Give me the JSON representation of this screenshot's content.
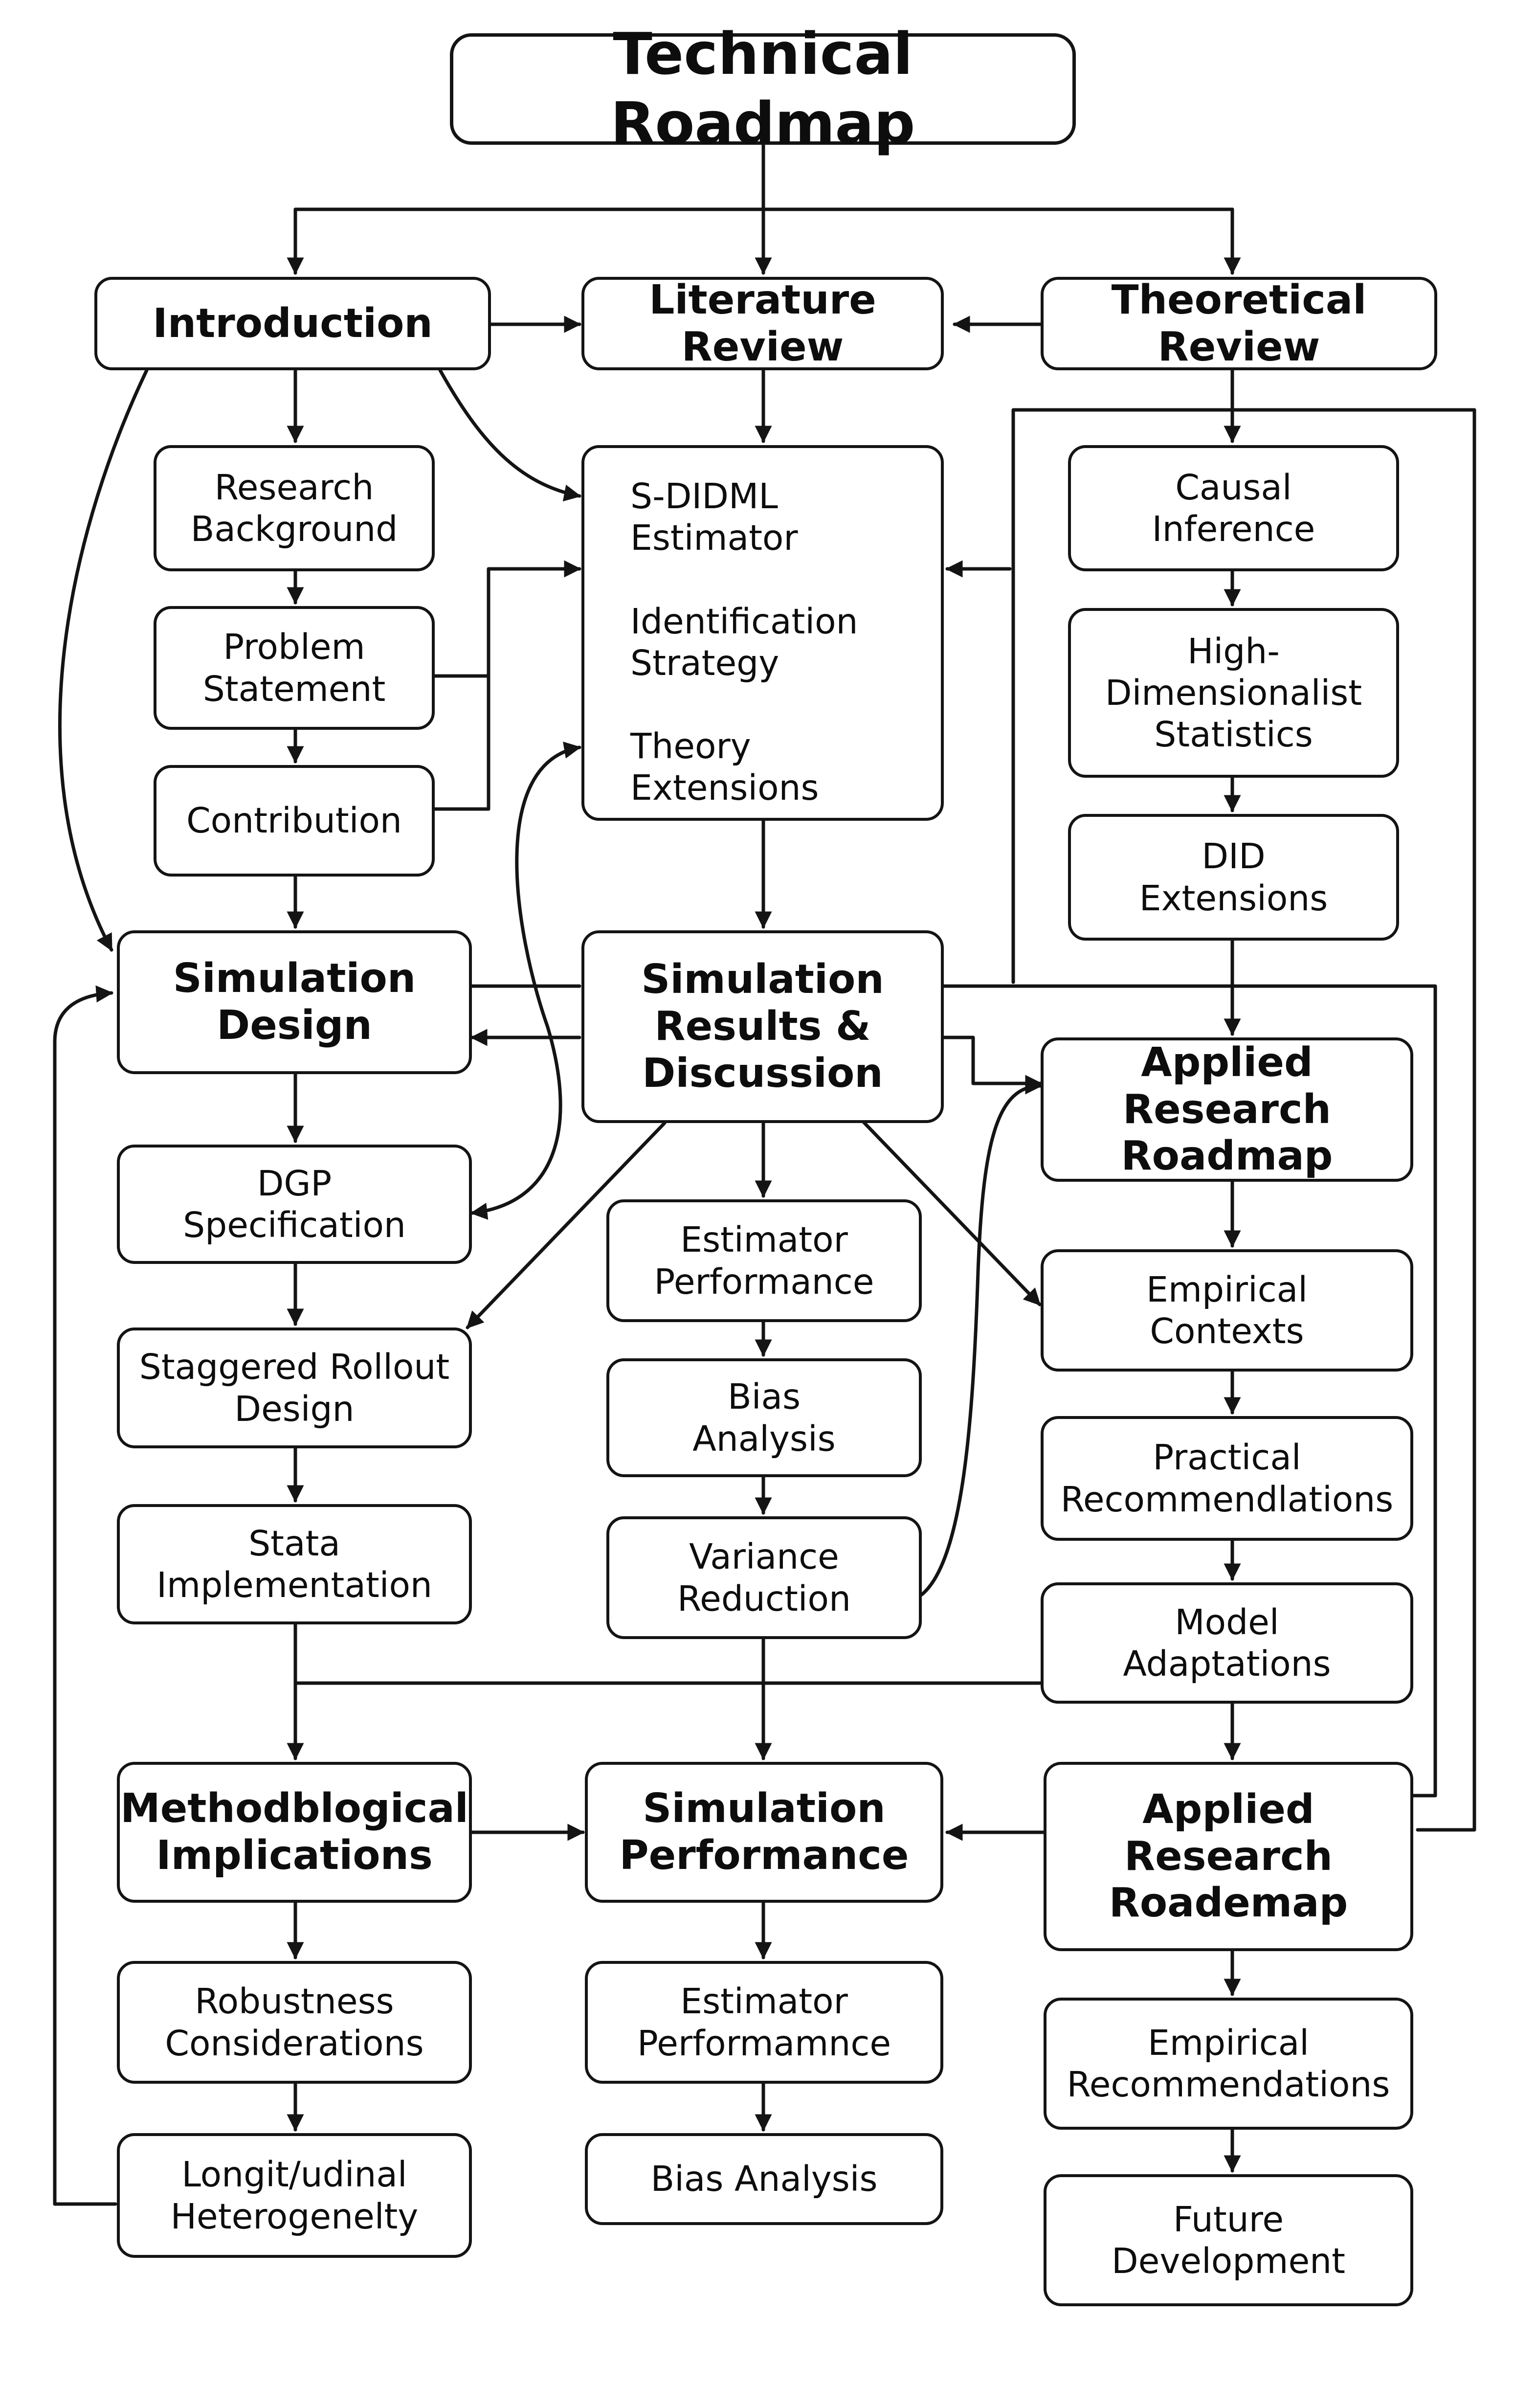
{
  "title": "Technical Roadmap",
  "introduction": {
    "heading": "Introduction",
    "items": [
      "Research\nBackground",
      "Problem\nStatement",
      "Contribution"
    ]
  },
  "literature_review": {
    "heading": "Literature Review",
    "content": "S-DIDML\nEstimator\n\nIdentification\nStrategy\n\nTheory\nExtensions"
  },
  "theoretical_review": {
    "heading": "Theoretical Review",
    "items": [
      "Causal\nInference",
      "High-\nDimensionalist\nStatistics",
      "DID\nExtensions"
    ]
  },
  "simulation_design": {
    "heading": "Simulation\nDesign",
    "items": [
      "DGP\nSpecification",
      "Staggered Rollout\nDesign",
      "Stata\nImplementation"
    ]
  },
  "simulation_results": {
    "heading": "Simulation\nResults &\nDiscussion",
    "items": [
      "Estimator\nPerformance",
      "Bias\nAnalysis",
      "Variance\nReduction"
    ]
  },
  "applied_roadmap": {
    "heading": "Applied Research\nRoadmap",
    "items": [
      "Empirical\nContexts",
      "Practical\nRecommendlations",
      "Model\nAdaptations"
    ]
  },
  "methodological": {
    "heading": "Methodblogical\nImplications",
    "items": [
      "Robustness\nConsiderations",
      "Longit/udinal\nHeterogenelty"
    ]
  },
  "simulation_performance": {
    "heading": "Simulation\nPerformance",
    "items": [
      "Estimator\nPerformamnce",
      "Bias Analysis"
    ]
  },
  "applied_roademap": {
    "heading": "Applied\nResearch\nRoademap",
    "items": [
      "Empirical\nRecommendations",
      "Future\nDevelopment"
    ]
  },
  "colors": {
    "stroke": "#141414",
    "background": "#ffffff",
    "text": "#0d0d0d"
  }
}
